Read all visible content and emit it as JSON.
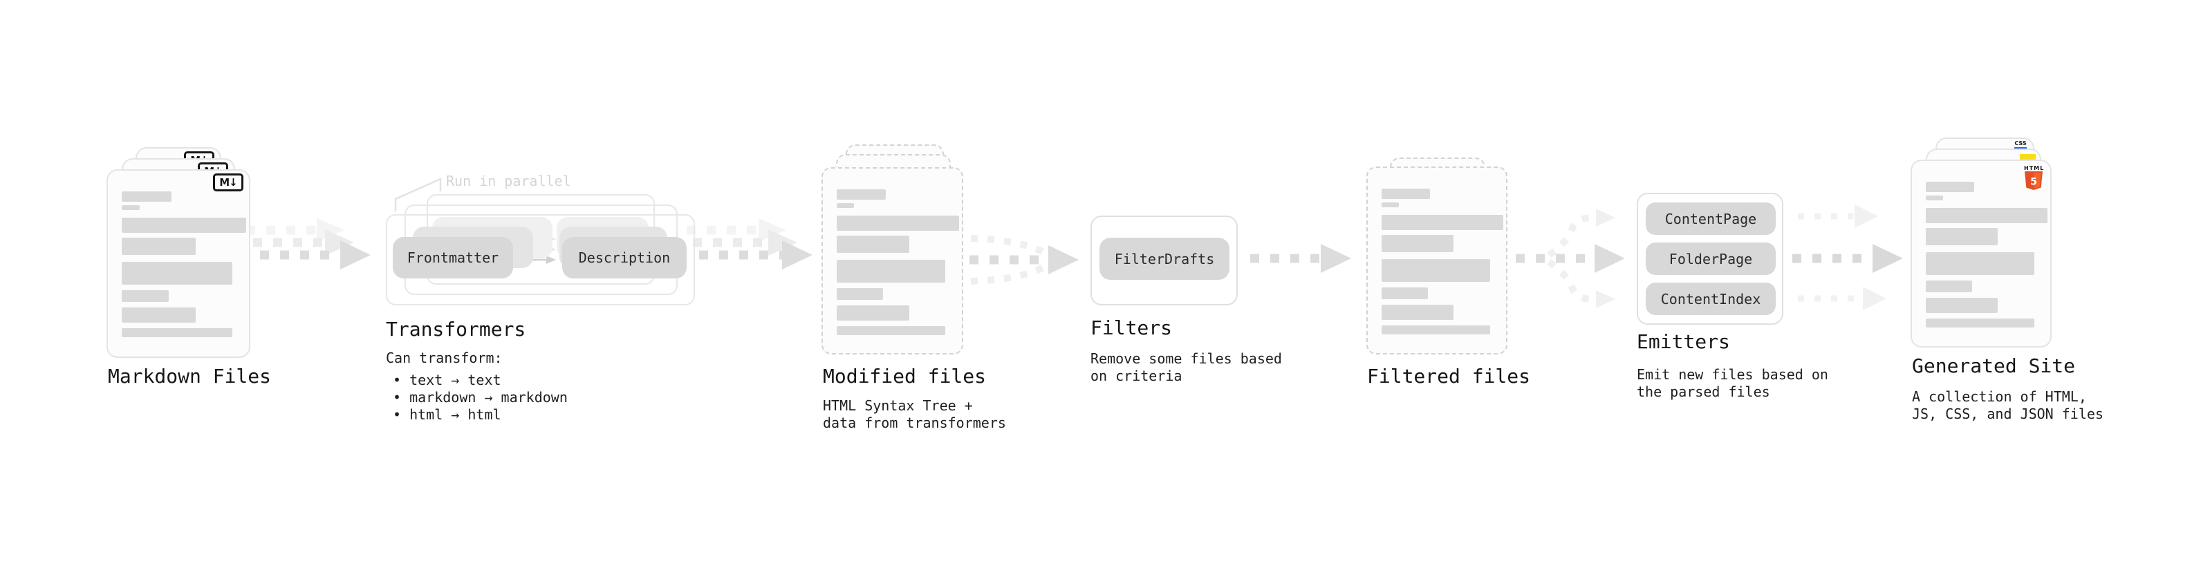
{
  "colors": {
    "bar_gray": "#d9d9d9",
    "pill_gray": "#d8d8d8",
    "card_border": "#e4e4e4",
    "dashed_border": "#d2d2d2",
    "arrow_dark": "#dcdcdc",
    "arrow_light": "#f0f0f0",
    "annotation_gray": "#d4d4d4",
    "html5_orange": "#e44d26",
    "html5_orange_light": "#f16529",
    "js_yellow": "#f5de19",
    "css_blue": "#2965f1"
  },
  "markdown": {
    "label": "Markdown Files",
    "badge": "M↓"
  },
  "transformers": {
    "label": "Transformers",
    "annotation": "Run in parallel",
    "pills": {
      "left": "Frontmatter",
      "right": "Description"
    },
    "desc_title": "Can transform:",
    "bullets": [
      "• text → text",
      "• markdown → markdown",
      "• html → html"
    ]
  },
  "modified": {
    "label": "Modified files",
    "desc": "HTML Syntax Tree +\ndata from transformers"
  },
  "filters": {
    "label": "Filters",
    "pill": "FilterDrafts",
    "desc": "Remove some files based\non criteria"
  },
  "filtered": {
    "label": "Filtered files"
  },
  "emitters": {
    "label": "Emitters",
    "pills": [
      "ContentPage",
      "FolderPage",
      "ContentIndex"
    ],
    "desc": "Emit new files based on\nthe parsed files"
  },
  "generated": {
    "label": "Generated Site",
    "desc": "A collection of HTML,\nJS, CSS, and JSON files",
    "badges": {
      "css": "CSS",
      "html": "HTML",
      "five": "5"
    }
  },
  "decor": {
    "doc_bars": [
      {
        "w": 39,
        "h": 15,
        "mt": 0
      },
      {
        "w": 14,
        "h": 7,
        "mt": 5
      },
      {
        "w": 98,
        "h": 22,
        "mt": 11
      },
      {
        "w": 58,
        "h": 25,
        "mt": 7
      },
      {
        "w": 87,
        "h": 33,
        "mt": 10
      },
      {
        "w": 37,
        "h": 17,
        "mt": 8
      },
      {
        "w": 58,
        "h": 22,
        "mt": 8
      },
      {
        "w": 87,
        "h": 13,
        "mt": 8
      }
    ]
  }
}
